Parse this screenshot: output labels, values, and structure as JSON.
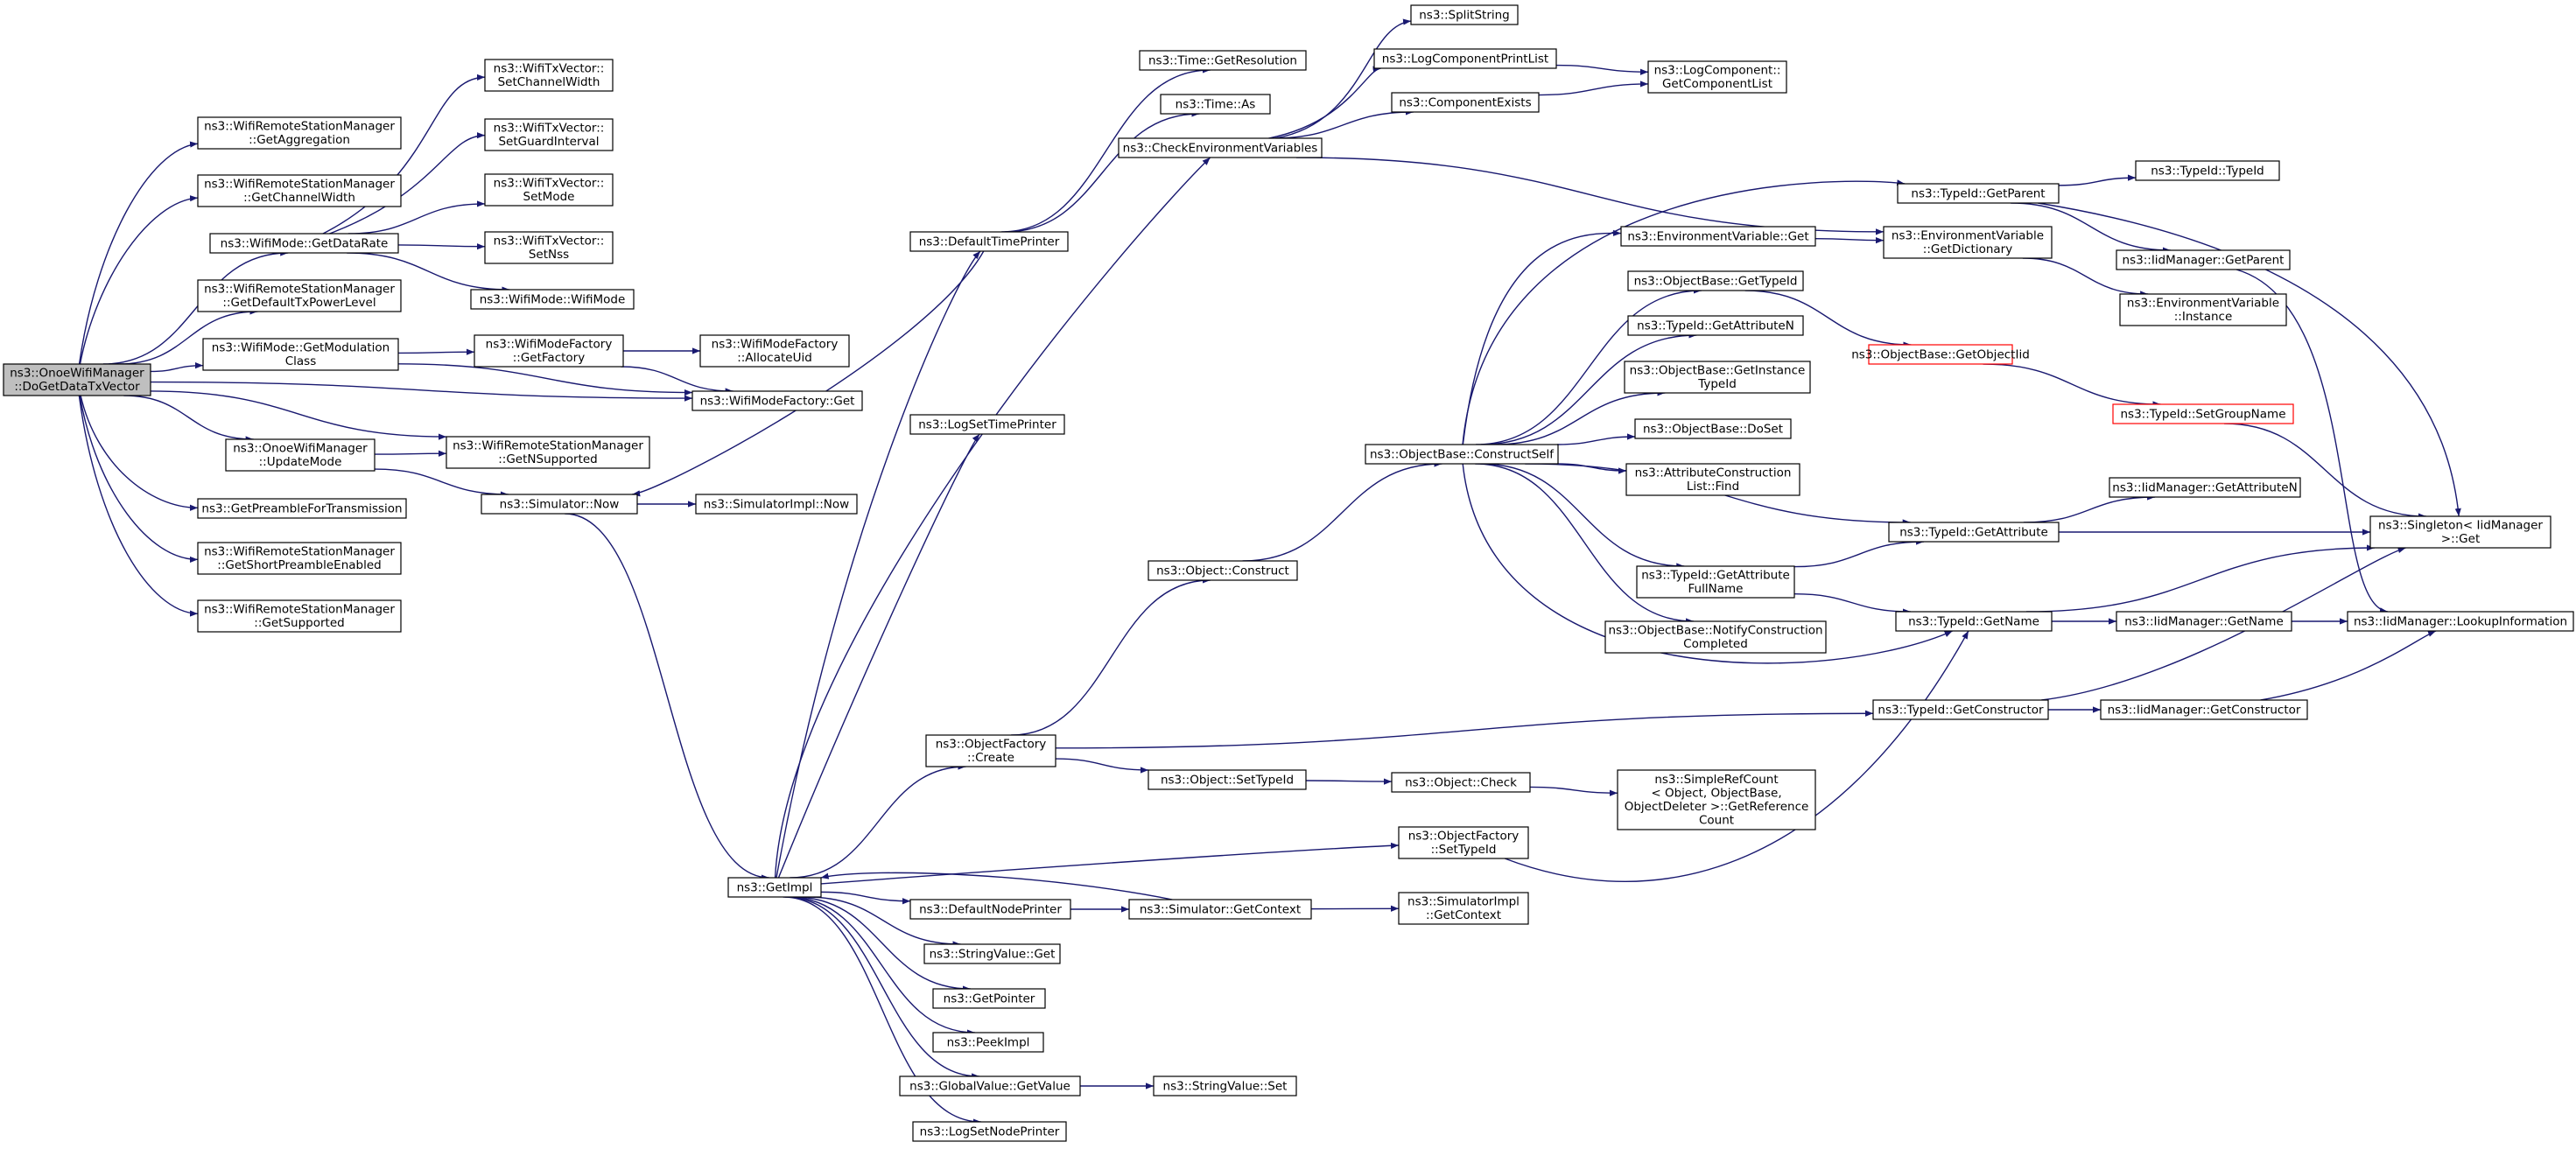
{
  "diagram": {
    "type": "call-graph",
    "colors": {
      "edge": "#191970",
      "node_border": "#000000",
      "root_fill": "#bfbfbf",
      "highlight_border": "#ff0000"
    },
    "nodes": [
      {
        "id": "root",
        "lines": [
          "ns3::OnoeWifiManager",
          "::DoGetDataTxVector"
        ],
        "style": "root"
      },
      {
        "id": "getAggregation",
        "lines": [
          "ns3::WifiRemoteStationManager",
          "::GetAggregation"
        ]
      },
      {
        "id": "getChannelWidth",
        "lines": [
          "ns3::WifiRemoteStationManager",
          "::GetChannelWidth"
        ]
      },
      {
        "id": "getDataRate",
        "lines": [
          "ns3::WifiMode::GetDataRate"
        ]
      },
      {
        "id": "getDefaultTxPower",
        "lines": [
          "ns3::WifiRemoteStationManager",
          "::GetDefaultTxPowerLevel"
        ]
      },
      {
        "id": "getModClass",
        "lines": [
          "ns3::WifiMode::GetModulation",
          "Class"
        ]
      },
      {
        "id": "updateMode",
        "lines": [
          "ns3::OnoeWifiManager",
          "::UpdateMode"
        ]
      },
      {
        "id": "getPreamble",
        "lines": [
          "ns3::GetPreambleForTransmission"
        ]
      },
      {
        "id": "getShortPreamble",
        "lines": [
          "ns3::WifiRemoteStationManager",
          "::GetShortPreambleEnabled"
        ]
      },
      {
        "id": "getSupported",
        "lines": [
          "ns3::WifiRemoteStationManager",
          "::GetSupported"
        ]
      },
      {
        "id": "setChannelWidth",
        "lines": [
          "ns3::WifiTxVector::",
          "SetChannelWidth"
        ]
      },
      {
        "id": "setGuardInterval",
        "lines": [
          "ns3::WifiTxVector::",
          "SetGuardInterval"
        ]
      },
      {
        "id": "setMode",
        "lines": [
          "ns3::WifiTxVector::",
          "SetMode"
        ]
      },
      {
        "id": "setNss",
        "lines": [
          "ns3::WifiTxVector::",
          "SetNss"
        ]
      },
      {
        "id": "wifiModeCtor",
        "lines": [
          "ns3::WifiMode::WifiMode"
        ]
      },
      {
        "id": "getFactory",
        "lines": [
          "ns3::WifiModeFactory",
          "::GetFactory"
        ]
      },
      {
        "id": "allocateUid",
        "lines": [
          "ns3::WifiModeFactory",
          "::AllocateUid"
        ]
      },
      {
        "id": "factoryGet",
        "lines": [
          "ns3::WifiModeFactory::Get"
        ]
      },
      {
        "id": "getNSupported",
        "lines": [
          "ns3::WifiRemoteStationManager",
          "::GetNSupported"
        ]
      },
      {
        "id": "simNow",
        "lines": [
          "ns3::Simulator::Now"
        ]
      },
      {
        "id": "simImplNow",
        "lines": [
          "ns3::SimulatorImpl::Now"
        ]
      },
      {
        "id": "getResolution",
        "lines": [
          "ns3::Time::GetResolution"
        ]
      },
      {
        "id": "timeAs",
        "lines": [
          "ns3::Time::As"
        ]
      },
      {
        "id": "checkEnv",
        "lines": [
          "ns3::CheckEnvironmentVariables"
        ]
      },
      {
        "id": "defaultTimePrinter",
        "lines": [
          "ns3::DefaultTimePrinter"
        ]
      },
      {
        "id": "logSetTimePrinter",
        "lines": [
          "ns3::LogSetTimePrinter"
        ]
      },
      {
        "id": "objConstruct",
        "lines": [
          "ns3::Object::Construct"
        ]
      },
      {
        "id": "objFactoryCreate",
        "lines": [
          "ns3::ObjectFactory",
          "::Create"
        ]
      },
      {
        "id": "getImpl",
        "lines": [
          "ns3::GetImpl"
        ]
      },
      {
        "id": "defaultNodePrinter",
        "lines": [
          "ns3::DefaultNodePrinter"
        ]
      },
      {
        "id": "stringValueGet",
        "lines": [
          "ns3::StringValue::Get"
        ]
      },
      {
        "id": "getPointer",
        "lines": [
          "ns3::GetPointer"
        ]
      },
      {
        "id": "peekImpl",
        "lines": [
          "ns3::PeekImpl"
        ]
      },
      {
        "id": "globalValueGet",
        "lines": [
          "ns3::GlobalValue::GetValue"
        ]
      },
      {
        "id": "logSetNodePrinter",
        "lines": [
          "ns3::LogSetNodePrinter"
        ]
      },
      {
        "id": "stringValueSet",
        "lines": [
          "ns3::StringValue::Set"
        ]
      },
      {
        "id": "simGetContext",
        "lines": [
          "ns3::Simulator::GetContext"
        ]
      },
      {
        "id": "simImplGetContext",
        "lines": [
          "ns3::SimulatorImpl",
          "::GetContext"
        ]
      },
      {
        "id": "objSetTypeId",
        "lines": [
          "ns3::Object::SetTypeId"
        ]
      },
      {
        "id": "objCheck",
        "lines": [
          "ns3::Object::Check"
        ]
      },
      {
        "id": "simpleRefCount",
        "lines": [
          "ns3::SimpleRefCount",
          "< Object, ObjectBase,",
          " ObjectDeleter >::GetReference",
          "Count"
        ]
      },
      {
        "id": "objFactorySetTypeId",
        "lines": [
          "ns3::ObjectFactory",
          "::SetTypeId"
        ]
      },
      {
        "id": "splitString",
        "lines": [
          "ns3::SplitString"
        ]
      },
      {
        "id": "logCompPrintList",
        "lines": [
          "ns3::LogComponentPrintList"
        ]
      },
      {
        "id": "compExists",
        "lines": [
          "ns3::ComponentExists"
        ]
      },
      {
        "id": "logCompGetList",
        "lines": [
          "ns3::LogComponent::",
          "GetComponentList"
        ]
      },
      {
        "id": "constructSelf",
        "lines": [
          "ns3::ObjectBase::ConstructSelf"
        ]
      },
      {
        "id": "envVarGet",
        "lines": [
          "ns3::EnvironmentVariable::Get"
        ]
      },
      {
        "id": "objBaseGetTypeId",
        "lines": [
          "ns3::ObjectBase::GetTypeId"
        ]
      },
      {
        "id": "typeIdGetAttrN",
        "lines": [
          "ns3::TypeId::GetAttributeN"
        ]
      },
      {
        "id": "objBaseGetInstanceTypeId",
        "lines": [
          "ns3::ObjectBase::GetInstance",
          "TypeId"
        ]
      },
      {
        "id": "objBaseDoSet",
        "lines": [
          "ns3::ObjectBase::DoSet"
        ]
      },
      {
        "id": "attrConstructionFind",
        "lines": [
          "ns3::AttributeConstruction",
          "List::Find"
        ]
      },
      {
        "id": "typeIdGetAttrFullName",
        "lines": [
          "ns3::TypeId::GetAttribute",
          "FullName"
        ]
      },
      {
        "id": "notifyConstructionCompleted",
        "lines": [
          "ns3::ObjectBase::NotifyConstruction",
          "Completed"
        ]
      },
      {
        "id": "objBaseGetObjectIid",
        "lines": [
          "ns3::ObjectBase::GetObjectIid"
        ],
        "style": "red"
      },
      {
        "id": "typeIdSetGroupName",
        "lines": [
          "ns3::TypeId::SetGroupName"
        ],
        "style": "red"
      },
      {
        "id": "typeIdGetParent",
        "lines": [
          "ns3::TypeId::GetParent"
        ]
      },
      {
        "id": "envVarGetDictionary",
        "lines": [
          "ns3::EnvironmentVariable",
          "::GetDictionary"
        ]
      },
      {
        "id": "typeIdGetAttribute",
        "lines": [
          "ns3::TypeId::GetAttribute"
        ]
      },
      {
        "id": "typeIdGetName",
        "lines": [
          "ns3::TypeId::GetName"
        ]
      },
      {
        "id": "typeIdGetConstructor",
        "lines": [
          "ns3::TypeId::GetConstructor"
        ]
      },
      {
        "id": "typeIdTypeId",
        "lines": [
          "ns3::TypeId::TypeId"
        ]
      },
      {
        "id": "iidGetParent",
        "lines": [
          "ns3::IidManager::GetParent"
        ]
      },
      {
        "id": "envVarInstance",
        "lines": [
          "ns3::EnvironmentVariable",
          "::Instance"
        ]
      },
      {
        "id": "iidGetAttributeN",
        "lines": [
          "ns3::IidManager::GetAttributeN"
        ]
      },
      {
        "id": "iidGetName",
        "lines": [
          "ns3::IidManager::GetName"
        ]
      },
      {
        "id": "iidGetConstructor",
        "lines": [
          "ns3::IidManager::GetConstructor"
        ]
      },
      {
        "id": "singletonGet",
        "lines": [
          "ns3::Singleton< IidManager",
          " >::Get"
        ]
      },
      {
        "id": "iidLookupInfo",
        "lines": [
          "ns3::IidManager::LookupInformation"
        ]
      }
    ],
    "edges": [
      [
        "root",
        "getAggregation"
      ],
      [
        "root",
        "getChannelWidth"
      ],
      [
        "root",
        "getDataRate"
      ],
      [
        "root",
        "getDefaultTxPower"
      ],
      [
        "root",
        "getModClass"
      ],
      [
        "root",
        "updateMode"
      ],
      [
        "root",
        "getNSupported"
      ],
      [
        "root",
        "getPreamble"
      ],
      [
        "root",
        "getShortPreamble"
      ],
      [
        "root",
        "getSupported"
      ],
      [
        "root",
        "factoryGet"
      ],
      [
        "getDataRate",
        "setChannelWidth"
      ],
      [
        "getDataRate",
        "setGuardInterval"
      ],
      [
        "getDataRate",
        "setMode"
      ],
      [
        "getDataRate",
        "setNss"
      ],
      [
        "getDataRate",
        "wifiModeCtor"
      ],
      [
        "getModClass",
        "getFactory"
      ],
      [
        "getModClass",
        "factoryGet"
      ],
      [
        "getFactory",
        "allocateUid"
      ],
      [
        "getFactory",
        "factoryGet"
      ],
      [
        "updateMode",
        "getNSupported"
      ],
      [
        "updateMode",
        "simNow"
      ],
      [
        "simNow",
        "simImplNow"
      ],
      [
        "simNow",
        "getImpl"
      ],
      [
        "defaultTimePrinter",
        "getResolution"
      ],
      [
        "defaultTimePrinter",
        "timeAs"
      ],
      [
        "defaultTimePrinter",
        "simNow"
      ],
      [
        "getImpl",
        "checkEnv"
      ],
      [
        "getImpl",
        "defaultTimePrinter"
      ],
      [
        "getImpl",
        "logSetTimePrinter"
      ],
      [
        "getImpl",
        "objFactoryCreate"
      ],
      [
        "getImpl",
        "objFactorySetTypeId"
      ],
      [
        "getImpl",
        "defaultNodePrinter"
      ],
      [
        "getImpl",
        "stringValueGet"
      ],
      [
        "getImpl",
        "getPointer"
      ],
      [
        "getImpl",
        "peekImpl"
      ],
      [
        "getImpl",
        "globalValueGet"
      ],
      [
        "getImpl",
        "logSetNodePrinter"
      ],
      [
        "simGetContext",
        "getImpl"
      ],
      [
        "simGetContext",
        "simImplGetContext"
      ],
      [
        "defaultNodePrinter",
        "simGetContext"
      ],
      [
        "globalValueGet",
        "stringValueSet"
      ],
      [
        "checkEnv",
        "splitString"
      ],
      [
        "checkEnv",
        "logCompPrintList"
      ],
      [
        "checkEnv",
        "compExists"
      ],
      [
        "checkEnv",
        "envVarGetDictionary"
      ],
      [
        "logCompPrintList",
        "logCompGetList"
      ],
      [
        "compExists",
        "logCompGetList"
      ],
      [
        "objFactoryCreate",
        "objConstruct"
      ],
      [
        "objFactoryCreate",
        "objSetTypeId"
      ],
      [
        "objFactoryCreate",
        "typeIdGetConstructor"
      ],
      [
        "objConstruct",
        "constructSelf"
      ],
      [
        "objSetTypeId",
        "objCheck"
      ],
      [
        "objCheck",
        "simpleRefCount"
      ],
      [
        "objFactorySetTypeId",
        "typeIdGetName"
      ],
      [
        "constructSelf",
        "typeIdGetParent"
      ],
      [
        "constructSelf",
        "envVarGet"
      ],
      [
        "constructSelf",
        "objBaseGetTypeId"
      ],
      [
        "constructSelf",
        "typeIdGetAttrN"
      ],
      [
        "constructSelf",
        "objBaseGetInstanceTypeId"
      ],
      [
        "constructSelf",
        "objBaseDoSet"
      ],
      [
        "constructSelf",
        "attrConstructionFind"
      ],
      [
        "constructSelf",
        "typeIdGetAttribute"
      ],
      [
        "constructSelf",
        "typeIdGetAttrFullName"
      ],
      [
        "constructSelf",
        "notifyConstructionCompleted"
      ],
      [
        "constructSelf",
        "typeIdGetName"
      ],
      [
        "envVarGet",
        "envVarGetDictionary"
      ],
      [
        "objBaseGetTypeId",
        "objBaseGetObjectIid"
      ],
      [
        "objBaseGetObjectIid",
        "typeIdSetGroupName"
      ],
      [
        "typeIdSetGroupName",
        "singletonGet"
      ],
      [
        "typeIdGetAttrFullName",
        "typeIdGetAttribute"
      ],
      [
        "typeIdGetAttrFullName",
        "typeIdGetName"
      ],
      [
        "typeIdGetParent",
        "typeIdTypeId"
      ],
      [
        "typeIdGetParent",
        "iidGetParent"
      ],
      [
        "typeIdGetParent",
        "singletonGet"
      ],
      [
        "envVarGetDictionary",
        "envVarInstance"
      ],
      [
        "typeIdGetAttribute",
        "iidGetAttributeN"
      ],
      [
        "typeIdGetAttribute",
        "singletonGet"
      ],
      [
        "typeIdGetName",
        "iidGetName"
      ],
      [
        "typeIdGetName",
        "singletonGet"
      ],
      [
        "typeIdGetConstructor",
        "iidGetConstructor"
      ],
      [
        "typeIdGetConstructor",
        "singletonGet"
      ],
      [
        "iidGetParent",
        "iidLookupInfo"
      ],
      [
        "iidGetName",
        "iidLookupInfo"
      ],
      [
        "iidGetConstructor",
        "iidLookupInfo"
      ]
    ]
  }
}
